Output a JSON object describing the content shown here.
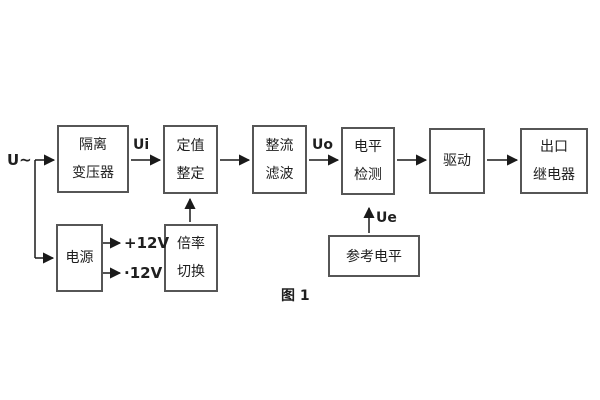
{
  "figure": {
    "caption": "图 1",
    "input_label": "U~"
  },
  "boxes": {
    "isolation_transformer": "隔离\n变压器",
    "setting": "定值\n整定",
    "rectifier_filter": "整流\n滤波",
    "level_detection": "电平\n检测",
    "drive": "驱动",
    "output_relay": "出口\n继电器",
    "power_supply": "电源",
    "rate_switch": "倍率\n切换",
    "reference_level": "参考电平"
  },
  "signals": {
    "ui": "Ui",
    "uo": "Uo",
    "ue": "Ue",
    "plus_12v": "+12V",
    "minus_12v": "·12V"
  },
  "colors": {
    "box_border": "#565656",
    "wire": "#1a1a1a",
    "text": "#1f1f1f",
    "background": "#ffffff"
  }
}
